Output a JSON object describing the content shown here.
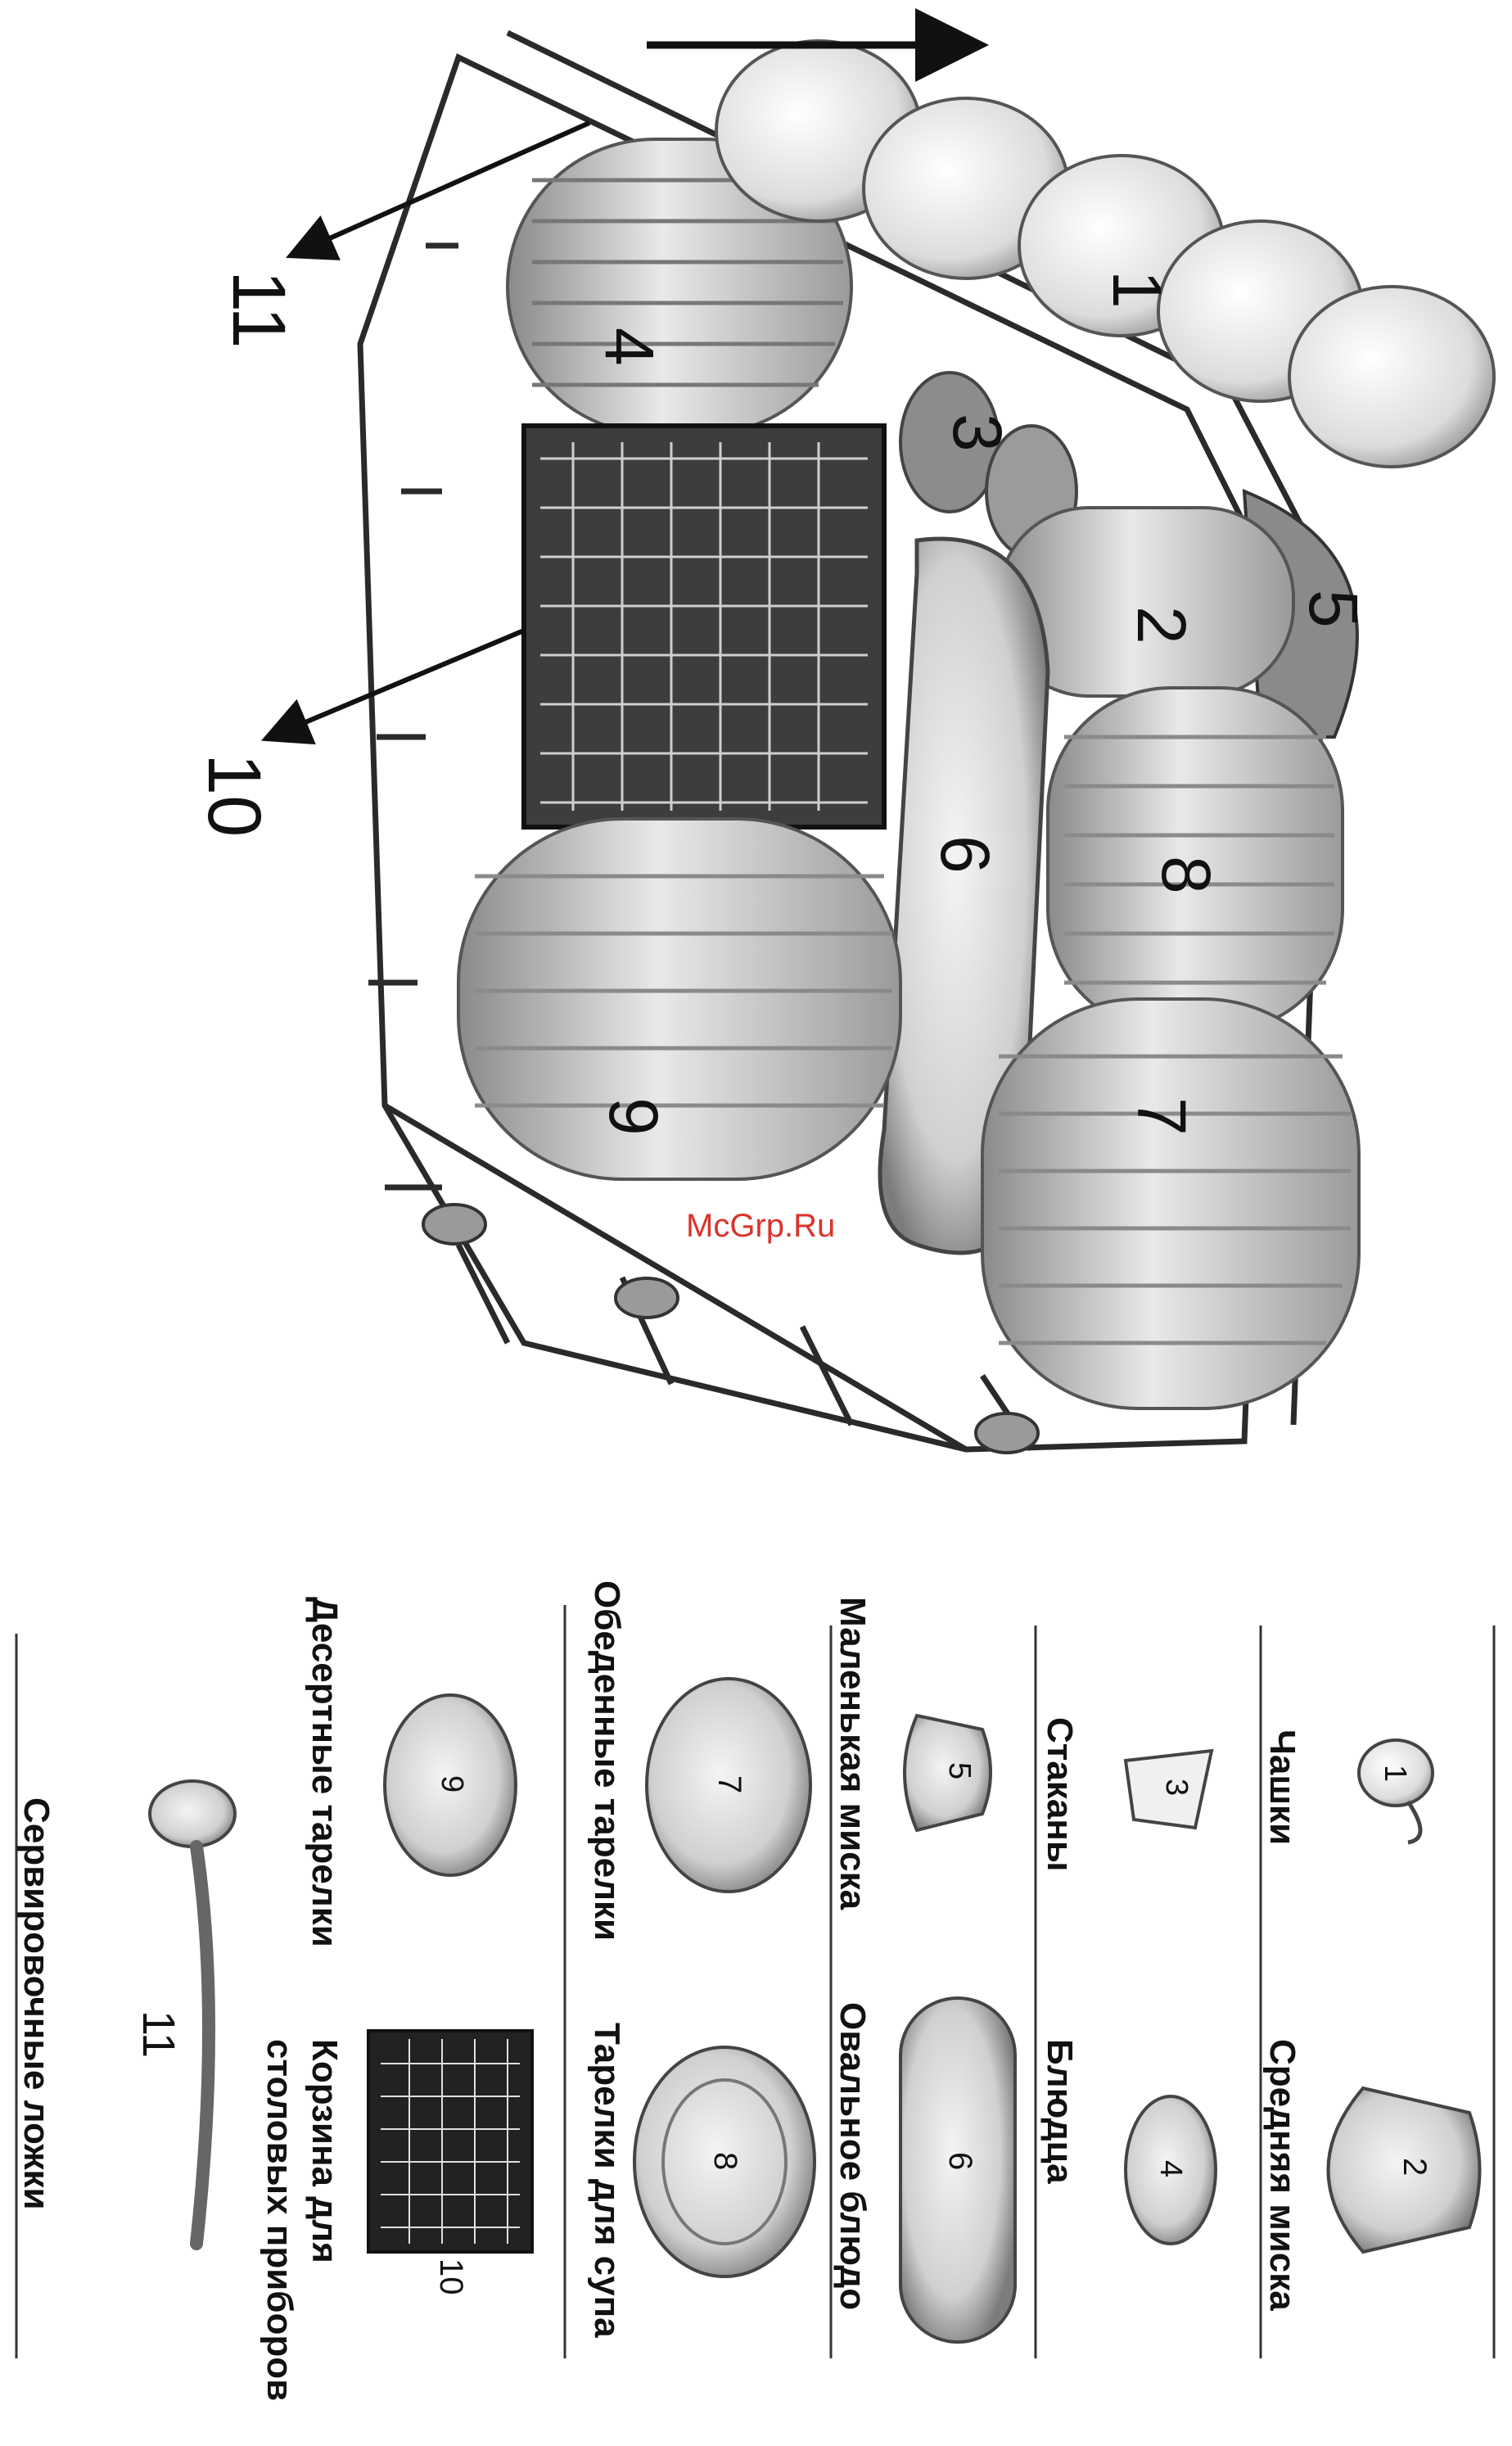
{
  "watermark": "McGrp.Ru",
  "rack_callouts": [
    "1",
    "2",
    "3",
    "4",
    "5",
    "6",
    "7",
    "8",
    "9",
    "10",
    "11"
  ],
  "legend": [
    {
      "id": "1",
      "label": "Чашки"
    },
    {
      "id": "2",
      "label": "Средняя миска"
    },
    {
      "id": "3",
      "label": "Стаканы"
    },
    {
      "id": "4",
      "label": "Блюдца"
    },
    {
      "id": "5",
      "label": "Маленькая миска"
    },
    {
      "id": "6",
      "label": "Овальное блюдо"
    },
    {
      "id": "7",
      "label": "Обеденные тарелки"
    },
    {
      "id": "8",
      "label": "Тарелки для супа"
    },
    {
      "id": "9",
      "label": "Десертные тарелки"
    },
    {
      "id": "10",
      "label_line1": "Корзина для",
      "label_line2": "столовых приборов"
    },
    {
      "id": "11",
      "label": "Сервировочные ложки"
    }
  ]
}
